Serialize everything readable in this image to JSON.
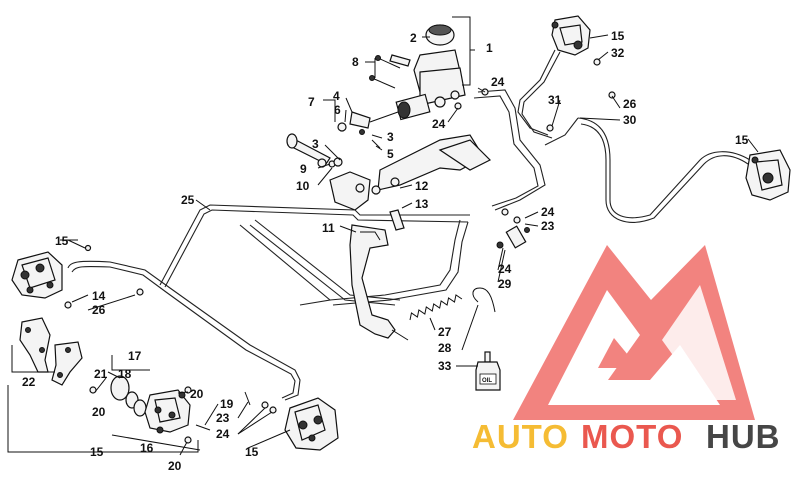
{
  "diagram": {
    "callouts": {
      "c1": "1",
      "c2": "2",
      "c3a": "3",
      "c3b": "3",
      "c4": "4",
      "c5": "5",
      "c6": "6",
      "c7": "7",
      "c8": "8",
      "c9": "9",
      "c10": "10",
      "c11": "11",
      "c12": "12",
      "c13": "13",
      "c14": "14",
      "c15a": "15",
      "c15b": "15",
      "c15c": "15",
      "c15d": "15",
      "c15e": "15",
      "c16": "16",
      "c17": "17",
      "c18": "18",
      "c19": "19",
      "c20a": "20",
      "c20b": "20",
      "c20c": "20",
      "c21": "21",
      "c22": "22",
      "c23a": "23",
      "c23b": "23",
      "c24a": "24",
      "c24b": "24",
      "c24c": "24",
      "c24d": "24",
      "c24e": "24",
      "c25": "25",
      "c26a": "26",
      "c26b": "26",
      "c27": "27",
      "c28": "28",
      "c29": "29",
      "c30": "30",
      "c31": "31",
      "c32": "32",
      "c33": "33"
    },
    "bottle_label": "OIL"
  },
  "watermark": {
    "word_a": "AUTO",
    "word_b": "MOTO",
    "word_c": "HUB",
    "color_a": "#f5b51f",
    "color_b": "#e8473c",
    "color_c": "#333333",
    "logo_color": "#ee5a55"
  }
}
